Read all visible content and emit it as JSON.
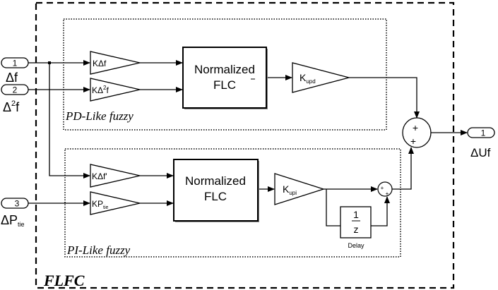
{
  "subsystem": {
    "title": "FLFC"
  },
  "groups": {
    "pd": {
      "label": "PD-Like fuzzy"
    },
    "pi": {
      "label": "PI-Like fuzzy"
    }
  },
  "inports": [
    {
      "number": "1",
      "label": "Δf",
      "label_sup": ""
    },
    {
      "number": "2",
      "label": "Δ",
      "label_sup": "2",
      "label_tail": "f"
    },
    {
      "number": "3",
      "label": "ΔP",
      "label_sub": "tie"
    }
  ],
  "outport": {
    "number": "1",
    "label": "ΔUf"
  },
  "gains": {
    "k_df": {
      "main": "KΔf"
    },
    "k_d2f": {
      "main": "KΔ",
      "sup": "2",
      "tail": "f"
    },
    "k_upd": {
      "main": "K",
      "sub": "upd"
    },
    "k_dfp": {
      "main": "KΔf'"
    },
    "k_ptie": {
      "main": "KP",
      "sub": "tie"
    },
    "k_upi": {
      "main": "K",
      "sub": "upi"
    }
  },
  "flc": {
    "pd": {
      "line1": "Normalized",
      "line2": "FLC"
    },
    "pi": {
      "line1": "Normalized",
      "line2": "FLC"
    }
  },
  "sums": {
    "main": {
      "signs": [
        "+",
        "+"
      ]
    },
    "pi": {
      "signs": [
        "+",
        "+"
      ]
    }
  },
  "delay": {
    "numerator": "1",
    "denominator": "z",
    "label": "Delay"
  }
}
